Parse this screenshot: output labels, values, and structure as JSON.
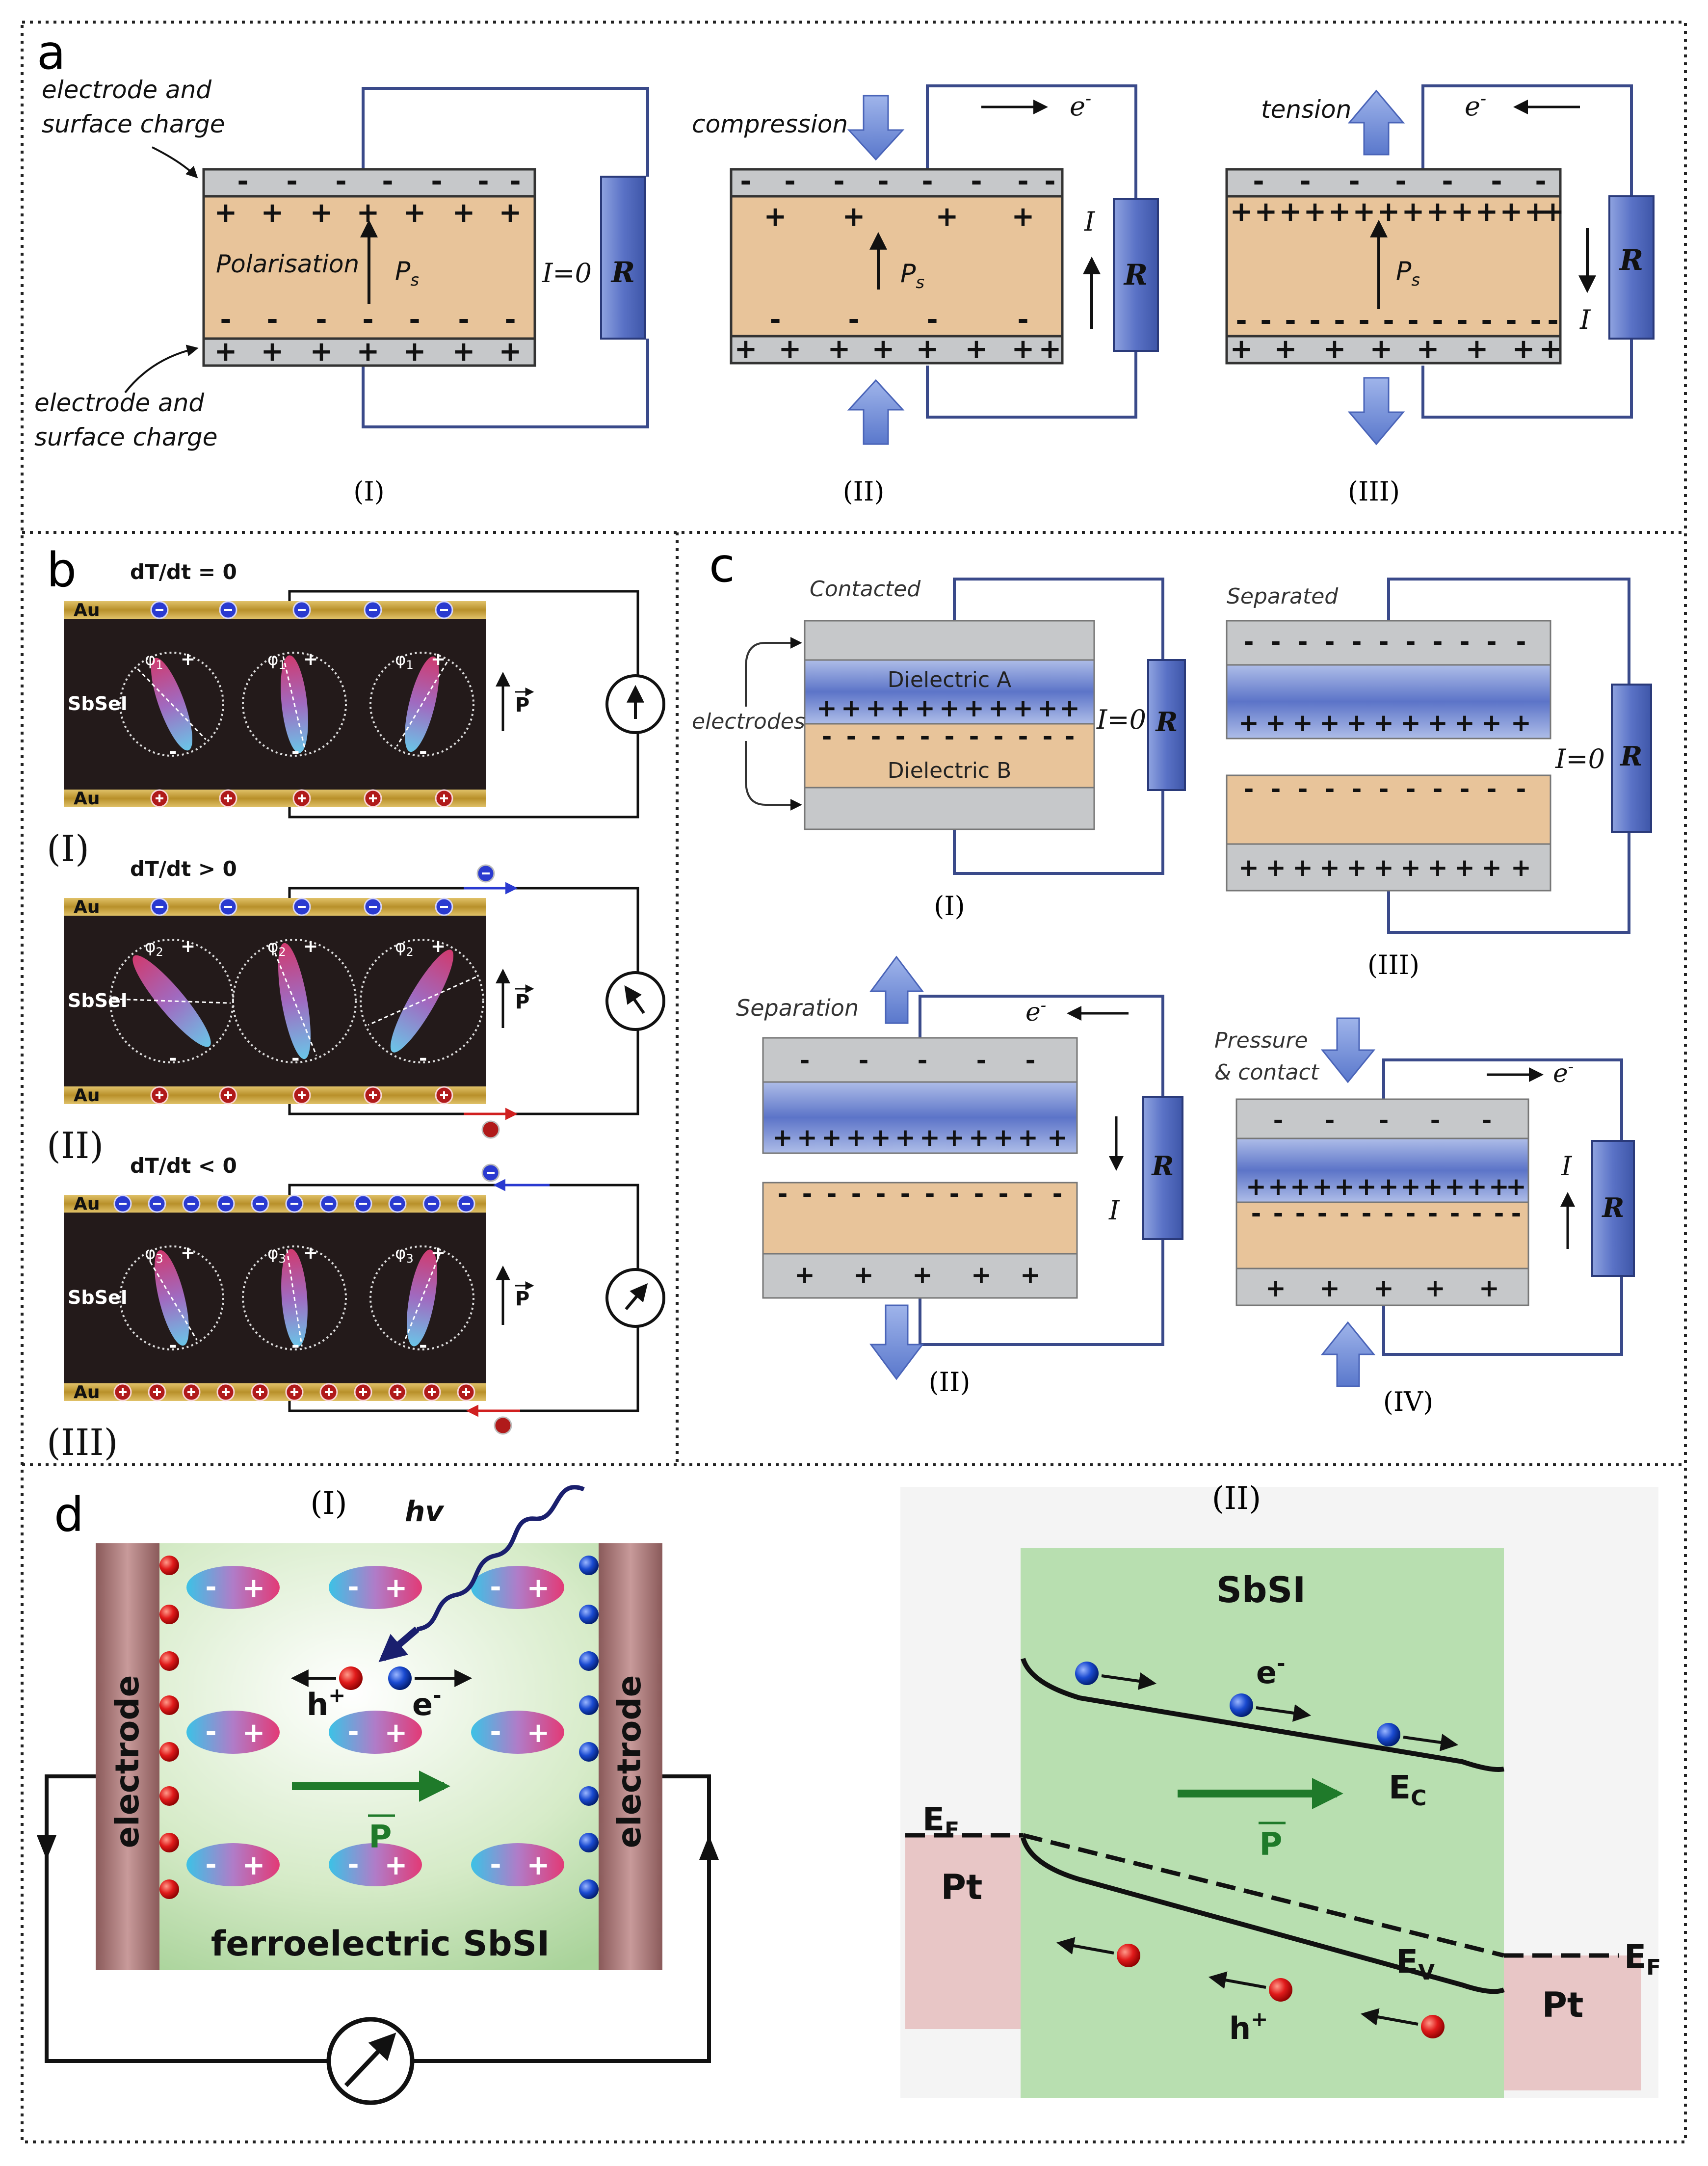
{
  "panel_labels": {
    "a": "a",
    "b": "b",
    "c": "c",
    "d": "d"
  },
  "a": {
    "electrode_top": [
      "electrode and",
      "surface charge"
    ],
    "electrode_bottom": [
      "electrode and",
      "surface charge"
    ],
    "polarisation": "Polarisation",
    "ps": "P",
    "ps_sub": "s",
    "i_zero": "I=0",
    "resistor": "R",
    "compression": "compression",
    "tension": "tension",
    "electron": "e",
    "electron_sup": "-",
    "current": "I",
    "sub_labels": [
      "(I)",
      "(II)",
      "(III)"
    ]
  },
  "b": {
    "conditions": [
      "dT/dt = 0",
      "dT/dt > 0",
      "dT/dt < 0"
    ],
    "au": "Au",
    "material": "SbSeI",
    "phi": [
      "φ",
      "φ",
      "φ"
    ],
    "phi_sub": [
      "1",
      "2",
      "3"
    ],
    "p": "P",
    "sub_labels": [
      "(I)",
      "(II)",
      "(III)"
    ]
  },
  "c": {
    "contacted": "Contacted",
    "separated": "Separated",
    "separation": "Separation",
    "pressure": [
      "Pressure",
      "& contact"
    ],
    "dielectric_a": "Dielectric A",
    "dielectric_b": "Dielectric B",
    "electrodes": "electrodes",
    "i_zero": "I=0",
    "resistor": "R",
    "electron": "e",
    "current": "I",
    "sub_labels": [
      "(I)",
      "(II)",
      "(III)",
      "(IV)"
    ]
  },
  "d": {
    "sub_labels": [
      "(I)",
      "(II)"
    ],
    "electrode": "electrode",
    "hv": "hv",
    "h_plus": "h",
    "e_minus": "e",
    "p": "P",
    "ferro": "ferroelectric SbSI",
    "sbsi": "SbSI",
    "ec": "E",
    "ec_sub": "C",
    "ev": "E",
    "ev_sub": "V",
    "ef": "E",
    "ef_sub": "F",
    "pt": "Pt"
  },
  "colors": {
    "tan": "#e8c49a",
    "gray": "#c4c6c8",
    "blue": "#6e86cf",
    "wire": "#3a4a8a",
    "black_film": "#231a1a",
    "gold": "#c9a640",
    "green": "#bfe0b2",
    "pink": "#e8c2c2"
  }
}
